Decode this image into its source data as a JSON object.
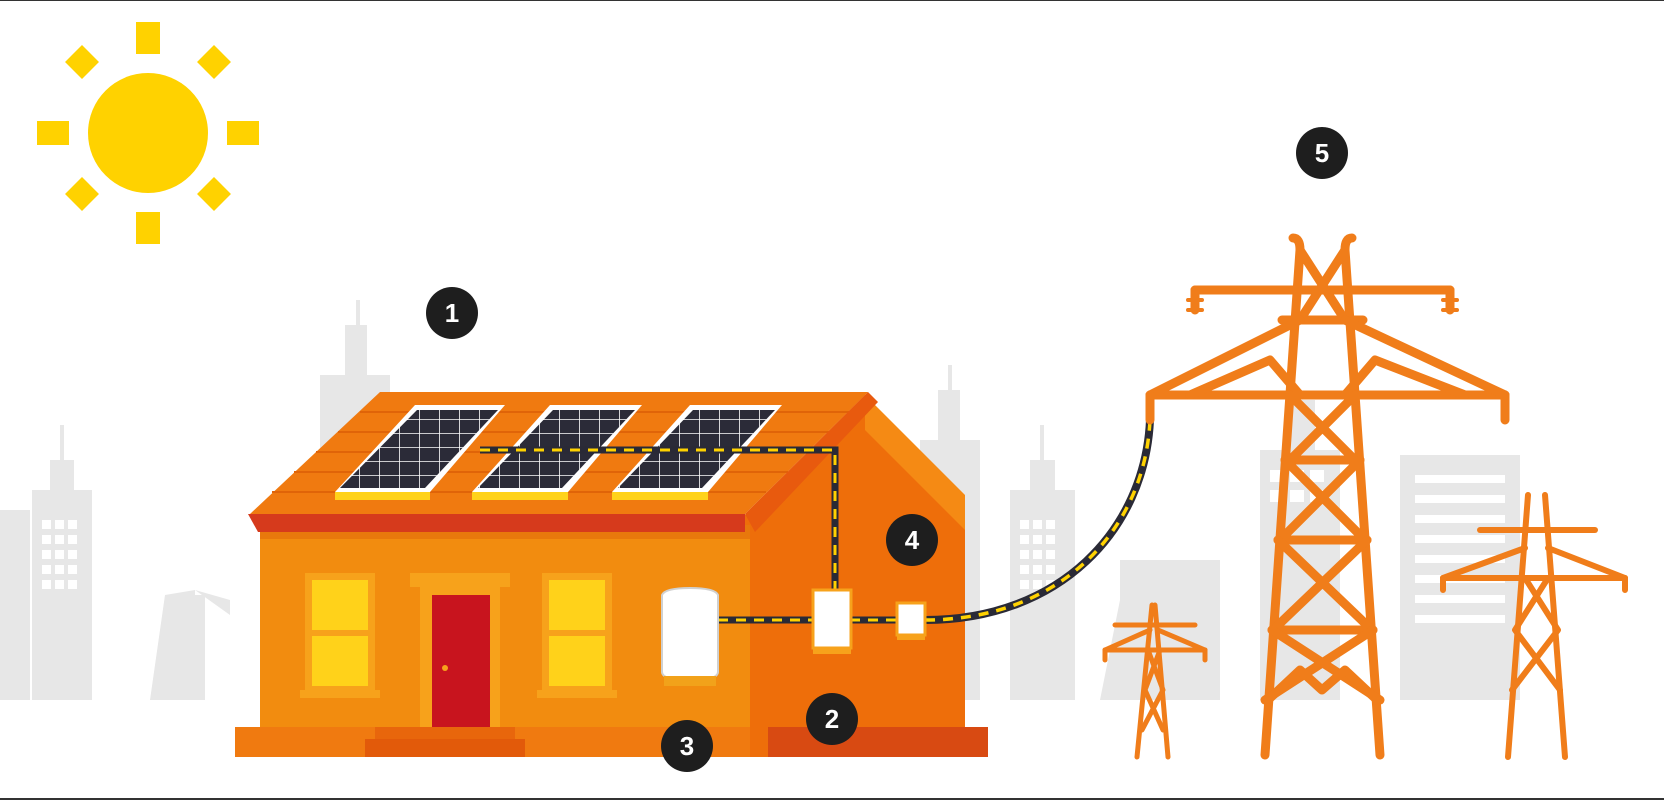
{
  "diagram": {
    "description_labels": [],
    "markers": [
      {
        "id": "1",
        "label": "1"
      },
      {
        "id": "2",
        "label": "2"
      },
      {
        "id": "3",
        "label": "3"
      },
      {
        "id": "4",
        "label": "4"
      },
      {
        "id": "5",
        "label": "5"
      }
    ]
  },
  "colors": {
    "sun": "#FFD200",
    "house_wall": "#F28C0F",
    "house_side": "#EE6E0A",
    "roof": "#F07A10",
    "roof_trim": "#D63A1C",
    "door": "#C8141E",
    "window": "#FFD21A",
    "pylon": "#F07D1A",
    "cable_dark": "#2A2A36",
    "cable_stripe": "#FFD200",
    "solar_panel": "#2B2B38",
    "background_city": "#E6E6E6",
    "badge": "#1E1E1E"
  },
  "icons": {
    "sun": "sun-icon",
    "solar_panel": "solar-panel-icon",
    "battery": "battery-icon",
    "inverter": "inverter-icon",
    "meter": "meter-icon",
    "pylon": "power-pylon-icon"
  }
}
